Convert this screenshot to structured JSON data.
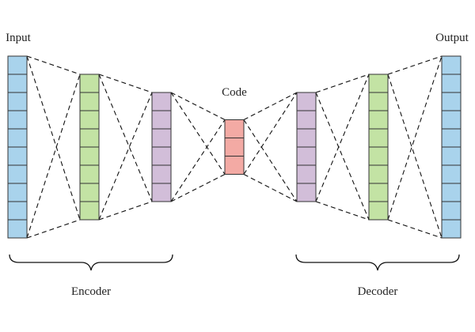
{
  "labels": {
    "input": "Input",
    "output": "Output",
    "code": "Code",
    "encoder": "Encoder",
    "decoder": "Decoder"
  },
  "layers": [
    {
      "name": "input",
      "cells": 10,
      "color": "#a9d3ec"
    },
    {
      "name": "encoder-1",
      "cells": 8,
      "color": "#c3e3a4"
    },
    {
      "name": "encoder-2",
      "cells": 6,
      "color": "#d2bed9"
    },
    {
      "name": "code",
      "cells": 3,
      "color": "#f3aaa4"
    },
    {
      "name": "decoder-1",
      "cells": 6,
      "color": "#d2bed9"
    },
    {
      "name": "decoder-2",
      "cells": 8,
      "color": "#c3e3a4"
    },
    {
      "name": "output",
      "cells": 10,
      "color": "#a9d3ec"
    }
  ]
}
